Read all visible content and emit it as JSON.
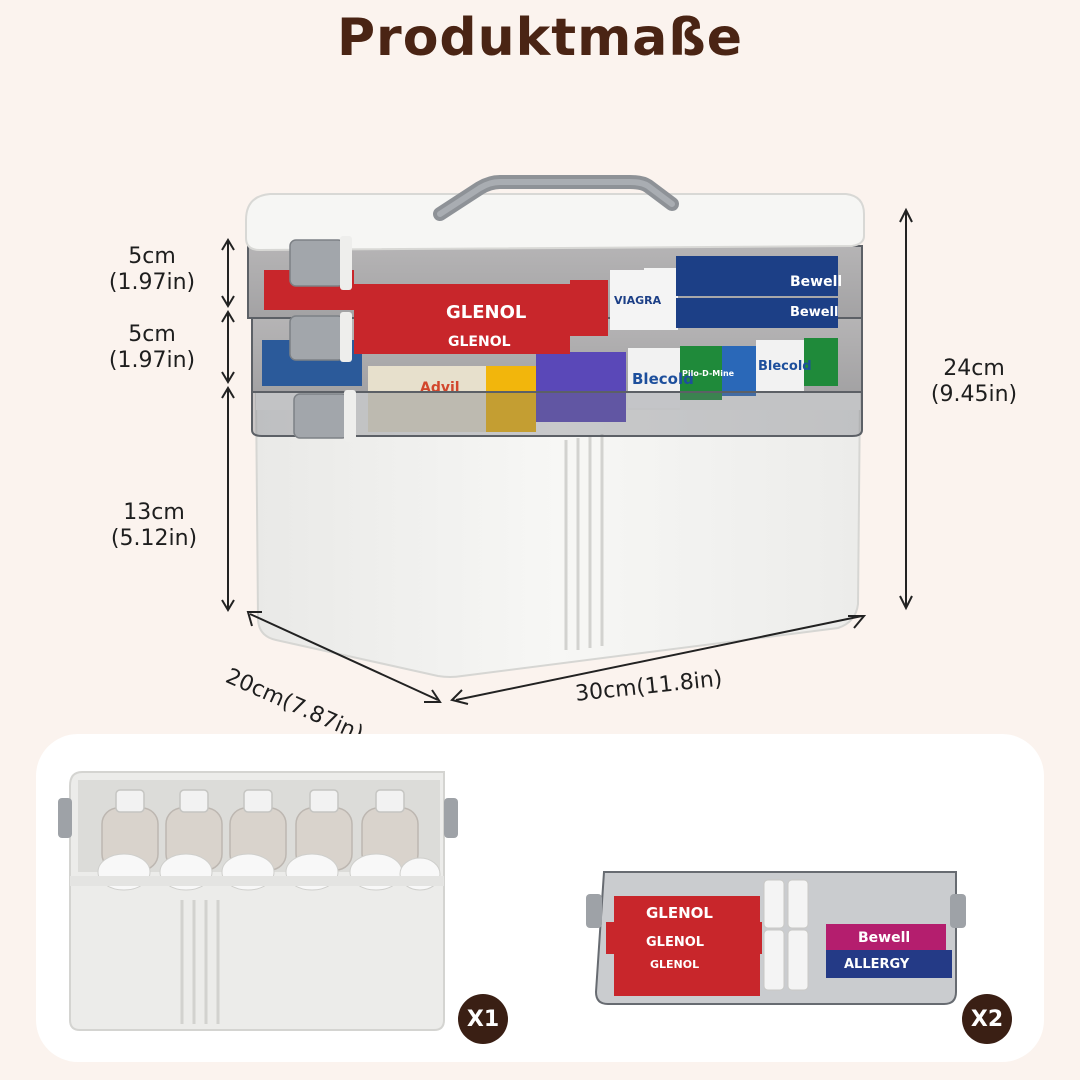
{
  "title": "Produktmaße",
  "dimensions": {
    "top_tray_height": {
      "metric": "5cm",
      "imperial": "(1.97in)"
    },
    "middle_tray_height": {
      "metric": "5cm",
      "imperial": "(1.97in)"
    },
    "base_height": {
      "metric": "13cm",
      "imperial": "(5.12in)"
    },
    "total_height": {
      "metric": "24cm",
      "imperial": "(9.45in)"
    },
    "depth": "20cm(7.87in)",
    "width": "30cm(11.8in)"
  },
  "product_labels": {
    "glenol": "GLENOL",
    "bewell": "Bewell",
    "viagra": "VIAGRA",
    "blecold": "Blecold",
    "advil": "Advil",
    "pilo": "Pilo-D-Mine",
    "allergy": "ALLERGY"
  },
  "components": [
    {
      "name": "base",
      "quantity": "X1"
    },
    {
      "name": "tray",
      "quantity": "X2"
    }
  ],
  "colors": {
    "background": "#fbf3ee",
    "title": "#4a2414",
    "badge": "#3a1f14",
    "box_white": "#f4f4f2",
    "latch_gray": "#9a9ea3"
  }
}
